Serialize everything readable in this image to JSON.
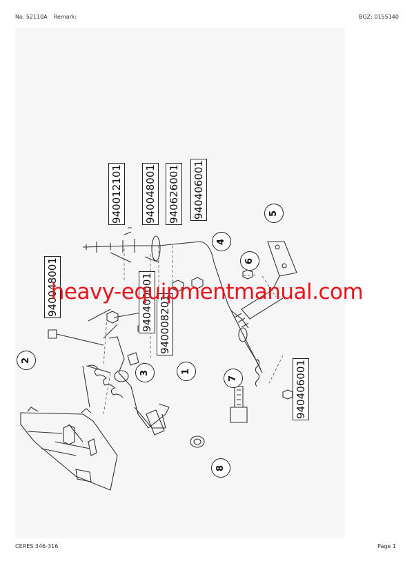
{
  "header": {
    "doc_no": "No. 52110A",
    "remark": "Remark:",
    "bgz": "BGZ: 0155140"
  },
  "footer": {
    "model": "CERES 346-316",
    "page": "Page 1"
  },
  "part_numbers": [
    "940012101",
    "940048001",
    "940626001",
    "940406001",
    "940048001",
    "940400001",
    "940008201",
    "940406001"
  ],
  "callouts": [
    "1",
    "2",
    "3",
    "4",
    "5",
    "6",
    "7",
    "8"
  ],
  "watermark": "heavy-equipmentmanual.com"
}
